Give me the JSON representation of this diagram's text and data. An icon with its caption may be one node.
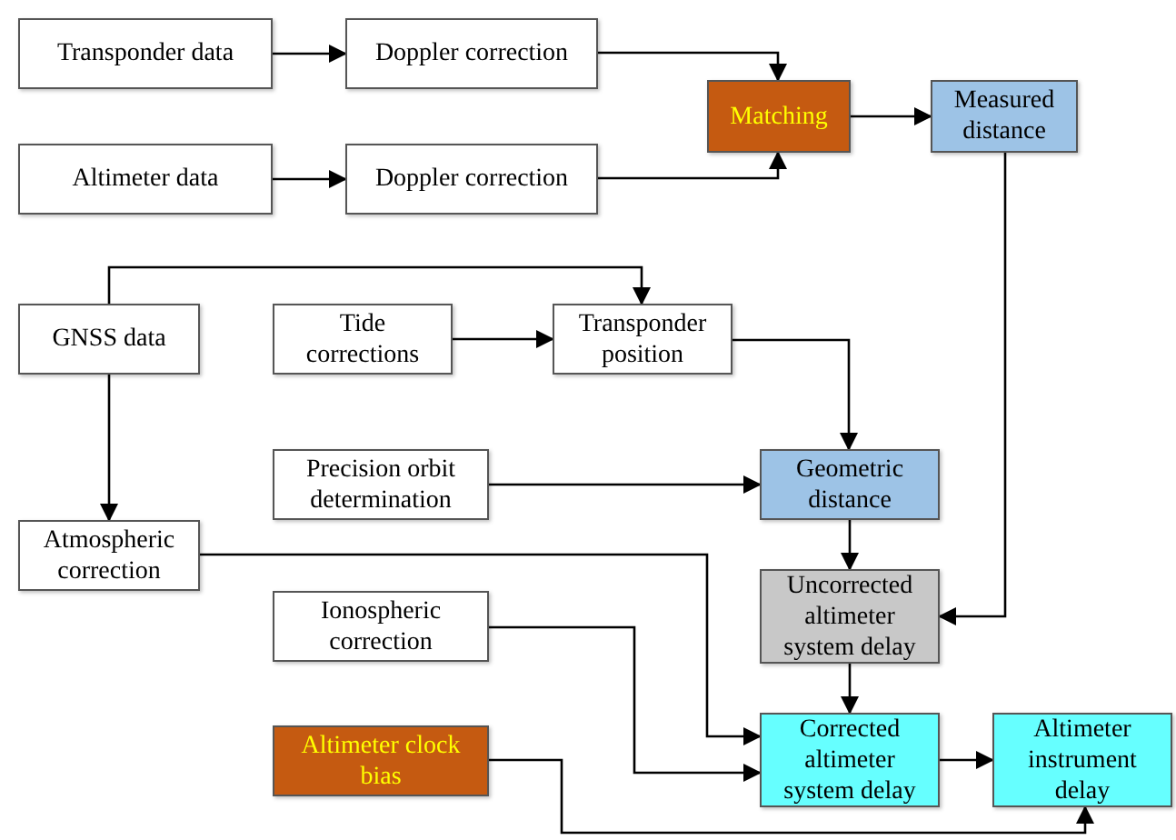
{
  "diagram": {
    "nodes": [
      {
        "text": [
          "Transponder data"
        ]
      },
      {
        "text": [
          "Doppler correction"
        ]
      },
      {
        "text": [
          "Altimeter data"
        ]
      },
      {
        "text": [
          "Doppler correction"
        ]
      },
      {
        "text": [
          "Matching"
        ]
      },
      {
        "text": [
          "Measured distance"
        ]
      },
      {
        "text": [
          "GNSS data"
        ]
      },
      {
        "text": [
          "Tide corrections"
        ]
      },
      {
        "text": [
          "Transponder position"
        ]
      },
      {
        "text": [
          "Precision orbit determination"
        ]
      },
      {
        "text": [
          "Geometric distance"
        ]
      },
      {
        "text": [
          "Atmospheric correction"
        ]
      },
      {
        "text": [
          "Uncorrected altimeter system delay"
        ]
      },
      {
        "text": [
          "Ionospheric correction"
        ]
      },
      {
        "text": [
          "Altimeter clock bias"
        ]
      },
      {
        "text": [
          "Corrected altimeter system delay"
        ]
      },
      {
        "text": [
          "Altimeter instrument delay"
        ]
      }
    ],
    "edges": [
      {
        "from": 0,
        "to": 1,
        "arrow": "to"
      },
      {
        "from": 2,
        "to": 3,
        "arrow": "to"
      },
      {
        "from": 1,
        "to": 4,
        "arrow": "to"
      },
      {
        "from": 3,
        "to": 4,
        "arrow": "to"
      },
      {
        "from": 4,
        "to": 5,
        "arrow": "to"
      },
      {
        "from": 6,
        "to": 8,
        "arrow": "to"
      },
      {
        "from": 7,
        "to": 8,
        "arrow": "to"
      },
      {
        "from": 6,
        "to": 11,
        "arrow": "to"
      },
      {
        "from": 8,
        "to": 10,
        "arrow": "to"
      },
      {
        "from": 9,
        "to": 10,
        "arrow": "to"
      },
      {
        "from": 10,
        "to": 12,
        "arrow": "to"
      },
      {
        "from": 5,
        "to": 12,
        "arrow": "to"
      },
      {
        "from": 11,
        "to": 15,
        "arrow": "to"
      },
      {
        "from": 13,
        "to": 15,
        "arrow": "to"
      },
      {
        "from": 12,
        "to": 15,
        "arrow": "to"
      },
      {
        "from": 15,
        "to": 16,
        "arrow": "to"
      },
      {
        "from": 14,
        "to": 16,
        "arrow": "to"
      }
    ]
  }
}
